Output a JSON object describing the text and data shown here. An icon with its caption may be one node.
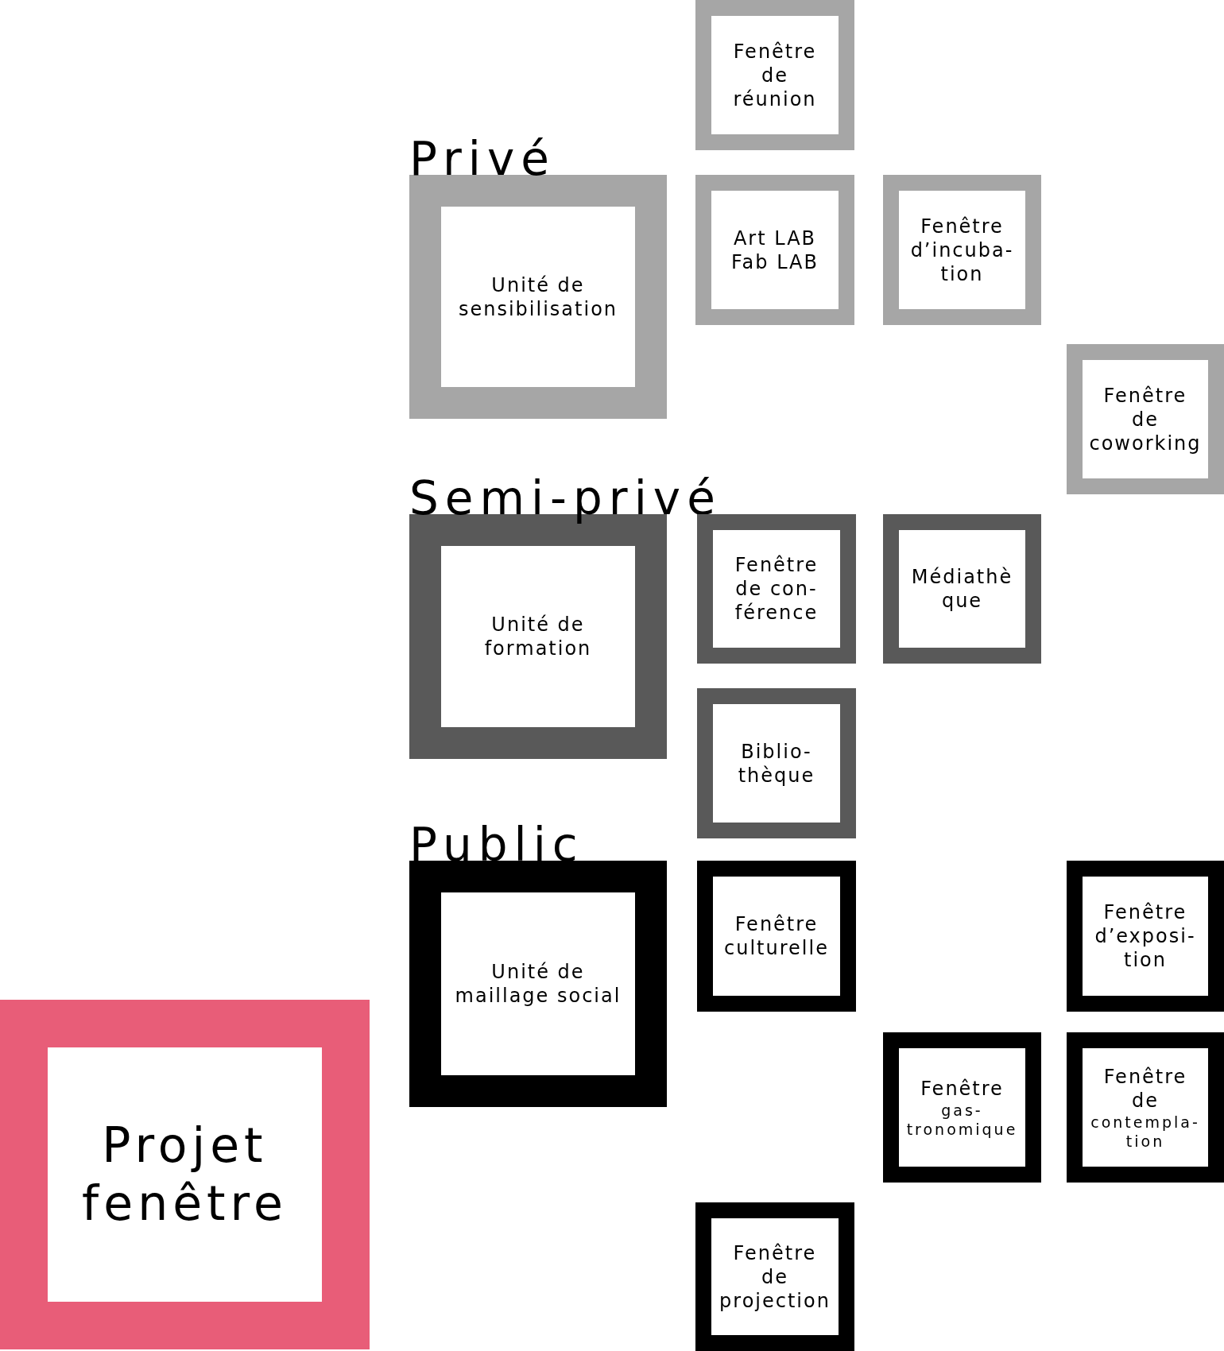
{
  "diagram": {
    "nodes": [
      {
        "text": [
          "Fenêtre de réunion"
        ]
      },
      {
        "text": [
          "Privé",
          "Unité de sensibilisation"
        ]
      },
      {
        "text": [
          "Art LAB Fab LAB"
        ]
      },
      {
        "text": [
          "Fenêtre d’incuba- tion"
        ]
      },
      {
        "text": [
          "Fenêtre de coworking"
        ]
      },
      {
        "text": [
          "Semi-privé",
          "Unité de formation"
        ]
      },
      {
        "text": [
          "Fenêtre de con- férence"
        ]
      },
      {
        "text": [
          "Médiathè que"
        ]
      },
      {
        "text": [
          "Biblio- thèque"
        ]
      },
      {
        "text": [
          "Public",
          "Unité de maillage social"
        ]
      },
      {
        "text": [
          "Fenêtre culturelle"
        ]
      },
      {
        "text": [
          "Fenêtre d’exposi- tion"
        ]
      },
      {
        "text": [
          "Projet fenêtre"
        ]
      },
      {
        "text": [
          "Fenêtre",
          "gas- tronomique"
        ]
      },
      {
        "text": [
          "Fenêtre de",
          "contempla- tion"
        ]
      },
      {
        "text": [
          "Fenêtre de projection"
        ]
      }
    ]
  }
}
